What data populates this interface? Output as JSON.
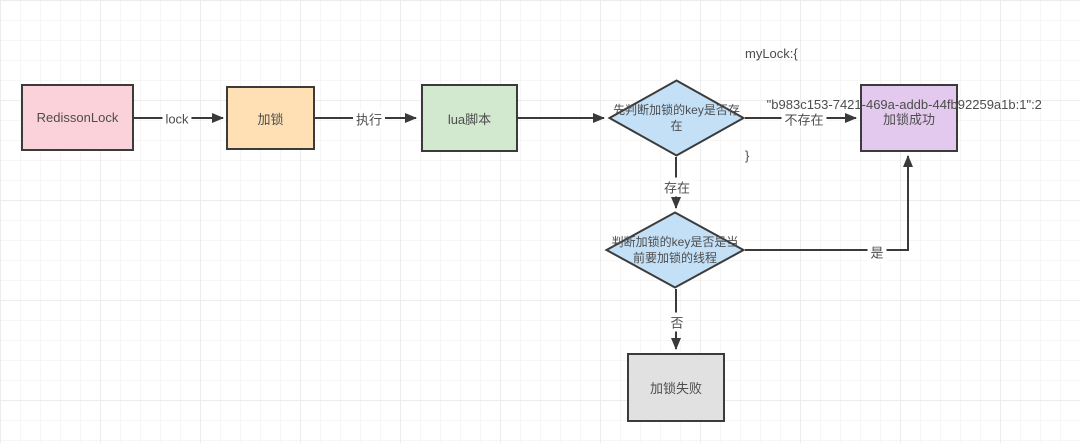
{
  "canvas": {
    "type": "flowchart",
    "background": "#ffffff",
    "grid": "on",
    "grid_minor_color": "#f6f6f6",
    "grid_major_color": "#ececec"
  },
  "annotation": {
    "line1": "myLock:{",
    "line2": "      \"b983c153-7421-469a-addb-44fb92259a1b:1\":2",
    "line3": "}"
  },
  "nodes": {
    "redisson": {
      "label": "RedissonLock",
      "shape": "rect",
      "fill": "#fbd2da"
    },
    "jiasuo": {
      "label": "加锁",
      "shape": "rect",
      "fill": "#ffe0b5"
    },
    "lua": {
      "label": "lua脚本",
      "shape": "rect",
      "fill": "#d2e8cf"
    },
    "check_key_exists": {
      "label": "先判断加锁的key是否存在",
      "shape": "diamond",
      "fill": "#c3e0f7"
    },
    "lock_success": {
      "label": "加锁成功",
      "shape": "rect",
      "fill": "#e3c9ed"
    },
    "check_key_thread": {
      "label": "判断加锁的key是否是当前要加锁的线程",
      "shape": "diamond",
      "fill": "#c3e0f7"
    },
    "lock_fail": {
      "label": "加锁失败",
      "shape": "rect",
      "fill": "#e1e1e1"
    }
  },
  "edges": {
    "lock": {
      "label": "lock",
      "from": "redisson",
      "to": "jiasuo"
    },
    "exec": {
      "label": "执行",
      "from": "jiasuo",
      "to": "lua"
    },
    "to_check": {
      "label": "",
      "from": "lua",
      "to": "check_key_exists"
    },
    "not_exists": {
      "label": "不存在",
      "from": "check_key_exists",
      "to": "lock_success"
    },
    "exists": {
      "label": "存在",
      "from": "check_key_exists",
      "to": "check_key_thread"
    },
    "yes": {
      "label": "是",
      "from": "check_key_thread",
      "to": "lock_success"
    },
    "no": {
      "label": "否",
      "from": "check_key_thread",
      "to": "lock_fail"
    }
  },
  "colors": {
    "stroke": "#3a3a3a",
    "text": "#4d4d4d"
  }
}
